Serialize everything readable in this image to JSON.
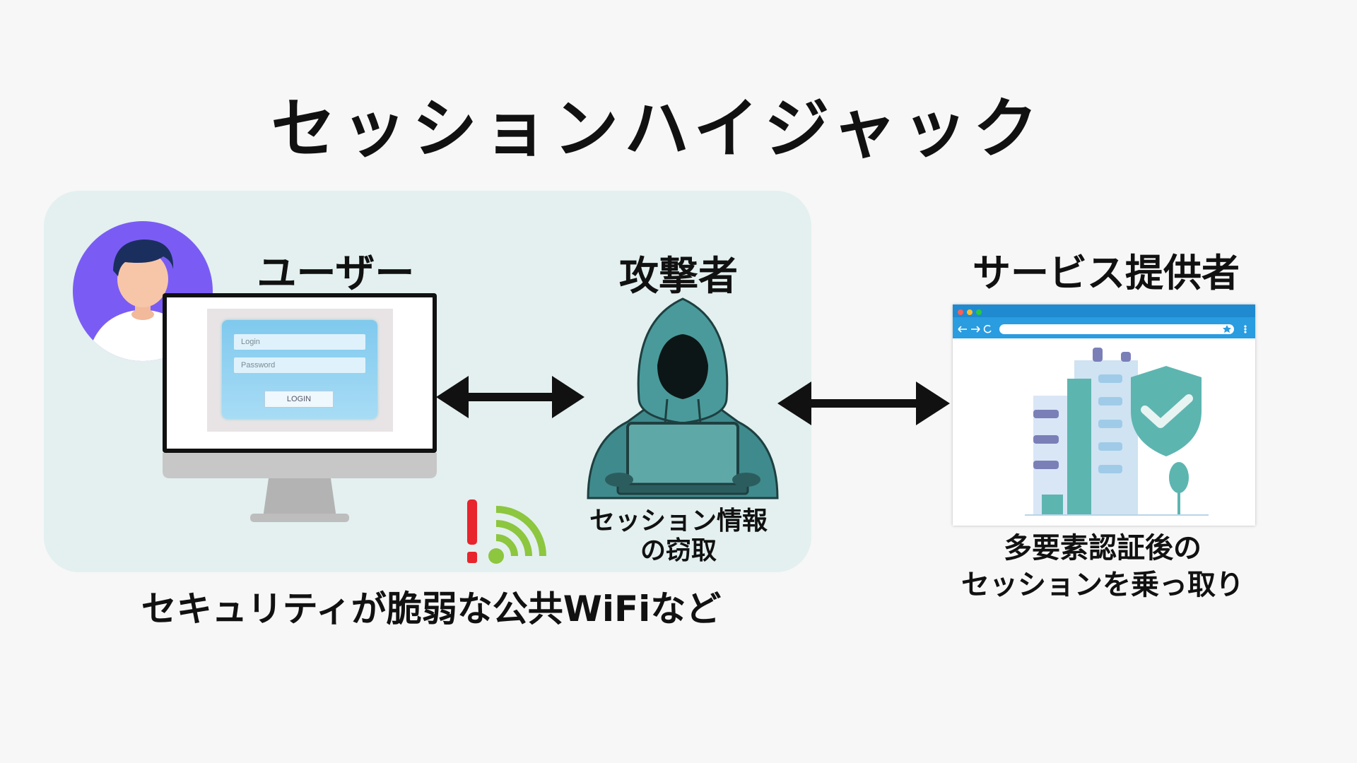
{
  "title": "セッションハイジャック",
  "user": {
    "label": "ユーザー",
    "login_form": {
      "login_placeholder": "Login",
      "password_placeholder": "Password",
      "button_label": "LOGIN"
    }
  },
  "attacker": {
    "label": "攻撃者",
    "caption_line1": "セッション情報",
    "caption_line2": "の窃取"
  },
  "provider": {
    "label": "サービス提供者",
    "caption_line1": "多要素認証後の",
    "caption_line2": "セッションを乗っ取り"
  },
  "network_caption": "セキュリティが脆弱な公共WiFiなど",
  "icons": {
    "avatar": "person-avatar-icon",
    "monitor": "monitor-icon",
    "hacker": "hooded-hacker-icon",
    "wifi_warning": "wifi-warning-icon",
    "browser": "browser-window-icon",
    "building_shield": "secure-building-icon"
  },
  "colors": {
    "panel": "#e3f0ef",
    "avatar_bg": "#7a5cf5",
    "hacker": "#3f8a8c",
    "warning": "#e8242c",
    "wifi": "#8dc63f",
    "browser_bar": "#2a9ce0",
    "shield": "#5db5b0"
  }
}
